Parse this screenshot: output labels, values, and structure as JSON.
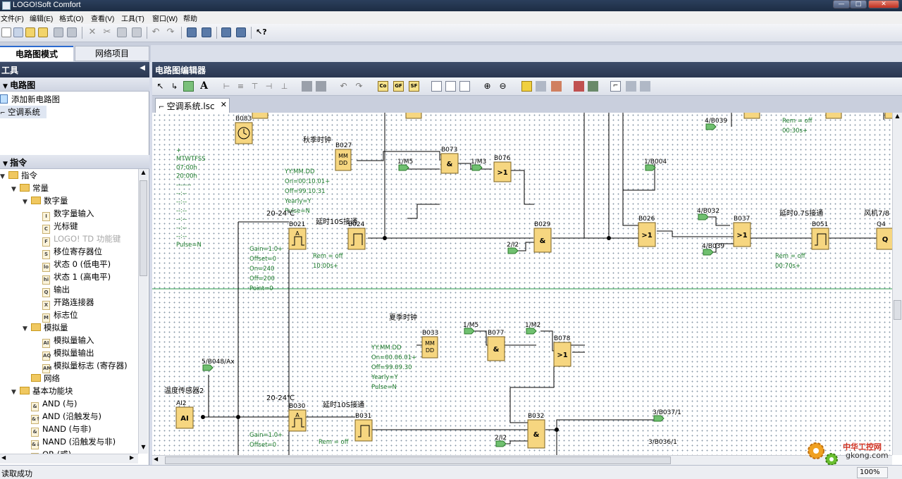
{
  "window": {
    "title": "LOGO!Soft Comfort"
  },
  "menu": [
    "文件(F)",
    "编辑(E)",
    "格式(O)",
    "查看(V)",
    "工具(T)",
    "窗口(W)",
    "帮助"
  ],
  "mode_tabs": [
    "电路图模式",
    "网络项目"
  ],
  "tools_panel": {
    "title": "工具",
    "circuit_group": "电路图",
    "circuit_items": [
      "添加新电路图",
      "空调系统"
    ],
    "instructions_group": "指令",
    "tree": [
      {
        "level": 0,
        "type": "folder",
        "label": "指令"
      },
      {
        "level": 1,
        "type": "folder",
        "label": "常量"
      },
      {
        "level": 2,
        "type": "folder",
        "label": "数字量"
      },
      {
        "level": 3,
        "type": "leaf",
        "icon": "I",
        "label": "数字量输入"
      },
      {
        "level": 3,
        "type": "leaf",
        "icon": "C",
        "label": "光标键"
      },
      {
        "level": 3,
        "type": "leaf",
        "icon": "F",
        "label": "LOGO! TD 功能键",
        "disabled": true
      },
      {
        "level": 3,
        "type": "leaf",
        "icon": "S",
        "label": "移位寄存器位"
      },
      {
        "level": 3,
        "type": "leaf",
        "icon": "lo",
        "label": "状态 0 (低电平)"
      },
      {
        "level": 3,
        "type": "leaf",
        "icon": "hi",
        "label": "状态 1 (高电平)"
      },
      {
        "level": 3,
        "type": "leaf",
        "icon": "Q",
        "label": "输出"
      },
      {
        "level": 3,
        "type": "leaf",
        "icon": "X",
        "label": "开路连接器"
      },
      {
        "level": 3,
        "type": "leaf",
        "icon": "M",
        "label": "标志位"
      },
      {
        "level": 2,
        "type": "folder",
        "label": "模拟量"
      },
      {
        "level": 3,
        "type": "leaf",
        "icon": "AI",
        "label": "模拟量输入"
      },
      {
        "level": 3,
        "type": "leaf",
        "icon": "AQ",
        "label": "模拟量输出"
      },
      {
        "level": 3,
        "type": "leaf",
        "icon": "AM",
        "label": "模拟量标志 (寄存器)"
      },
      {
        "level": 2,
        "type": "folder",
        "label": "网络"
      },
      {
        "level": 1,
        "type": "folder",
        "label": "基本功能块"
      },
      {
        "level": 2,
        "type": "leaf",
        "icon": "&",
        "label": "AND (与)"
      },
      {
        "level": 2,
        "type": "leaf",
        "icon": "&↑",
        "label": "AND (沿触发与)"
      },
      {
        "level": 2,
        "type": "leaf",
        "icon": "&",
        "label": "NAND (与非)"
      },
      {
        "level": 2,
        "type": "leaf",
        "icon": "&↓",
        "label": "NAND (沿触发与非)"
      },
      {
        "level": 2,
        "type": "leaf",
        "icon": "≥1",
        "label": "OR (或)"
      }
    ]
  },
  "editor": {
    "title": "电路图编辑器",
    "doc_tab": "空调系统.lsc",
    "editor_tool_labels": [
      "A",
      "Co",
      "GF",
      "SF"
    ]
  },
  "diagram": {
    "annotations": {
      "autumn_clock": "秋季时钟",
      "summer_clock": "夏季时钟",
      "range1": "20-24℃",
      "range2": "20-24℃",
      "delay1": "延时10S接通",
      "delay2": "延时10S接通",
      "delay3": "延时0.7S接通",
      "fan": "风机7/8",
      "temp_sensor": "温度传感器2"
    },
    "blocks": {
      "B083": "B083",
      "B027": "B027",
      "B073": "B073",
      "B076": "B076",
      "B021": "B021",
      "B024": "B024",
      "B029": "B029",
      "B026": "B026",
      "B037": "B037",
      "B051": "B051",
      "Q4": "Q4",
      "B033": "B033",
      "B077": "B077",
      "B078": "B078",
      "B030": "B030",
      "B031": "B031",
      "B032": "B032",
      "AI2": "AI2"
    },
    "connectors": {
      "c1": "1/M5",
      "c2": "1/M3",
      "c3": "1/B004",
      "c4": "4/B032",
      "c5": "4/B039",
      "c6": "2/I2",
      "c7": "4/B039",
      "c8": "1/M5",
      "c9": "1/M2",
      "c10": "5/B048/Ax",
      "c11": "3/B037/1",
      "c12": "3/B036/1",
      "c13": "2/I2"
    },
    "params": {
      "weekly": [
        "+",
        "MTWTFSS",
        "07:00h",
        "20:00h",
        "-------",
        "--:--",
        "--:--",
        "--:--",
        "--:--",
        "--:--",
        "--:--",
        "Pulse=N"
      ],
      "yearly1": [
        "YY:MM.DD",
        "On=00:10.01+",
        "Off=99.10.31",
        "Yearly=Y",
        "Pulse=N"
      ],
      "analog1": [
        "Gain=1.0+",
        "Offset=0",
        "On=240",
        "Off=200",
        "Point=0"
      ],
      "rem1": [
        "Rem = off",
        "10:00s+"
      ],
      "rem2": [
        "Rem = off",
        "00:70s+"
      ],
      "rem3": [
        "Rem = off",
        "00:30s+"
      ],
      "yearly2": [
        "YY:MM.DD",
        "On=00.06.01+",
        "Off=99.09.30",
        "Yearly=Y",
        "Pulse=N"
      ],
      "analog2": [
        "Gain=1.0+",
        "Offset=0"
      ],
      "rem4": [
        "Rem = off"
      ]
    },
    "block_symbols": {
      "and": "&",
      "or": ">1",
      "mm": "MM",
      "dd": "DD",
      "q": "Q",
      "ai": "AI"
    }
  },
  "status": {
    "message": "读取成功",
    "zoom": "100%"
  },
  "watermark": {
    "text": "中华工控网",
    "domain": "gkong.com"
  }
}
